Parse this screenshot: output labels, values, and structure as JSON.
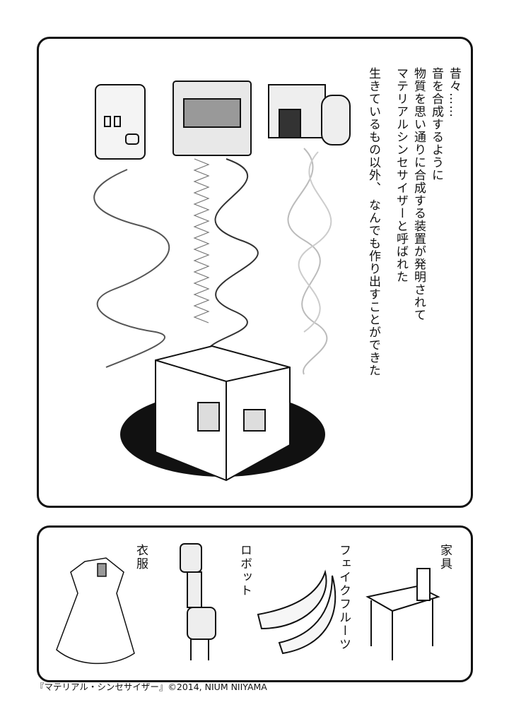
{
  "narration": [
    "昔々……",
    "音を合成するように",
    "物質を思い通りに合成する装置が発明されて",
    "マテリアルシンセサイザーと呼ばれた",
    "生きているもの以外、 なんでも作り出すことができた"
  ],
  "examples": [
    {
      "label": "家具"
    },
    {
      "label": "フェイクフルーツ"
    },
    {
      "label": "ロボット"
    },
    {
      "label": "衣服"
    }
  ],
  "footer": "『マテリアル・シンセサイザー』©2014, NIUM NIIYAMA"
}
